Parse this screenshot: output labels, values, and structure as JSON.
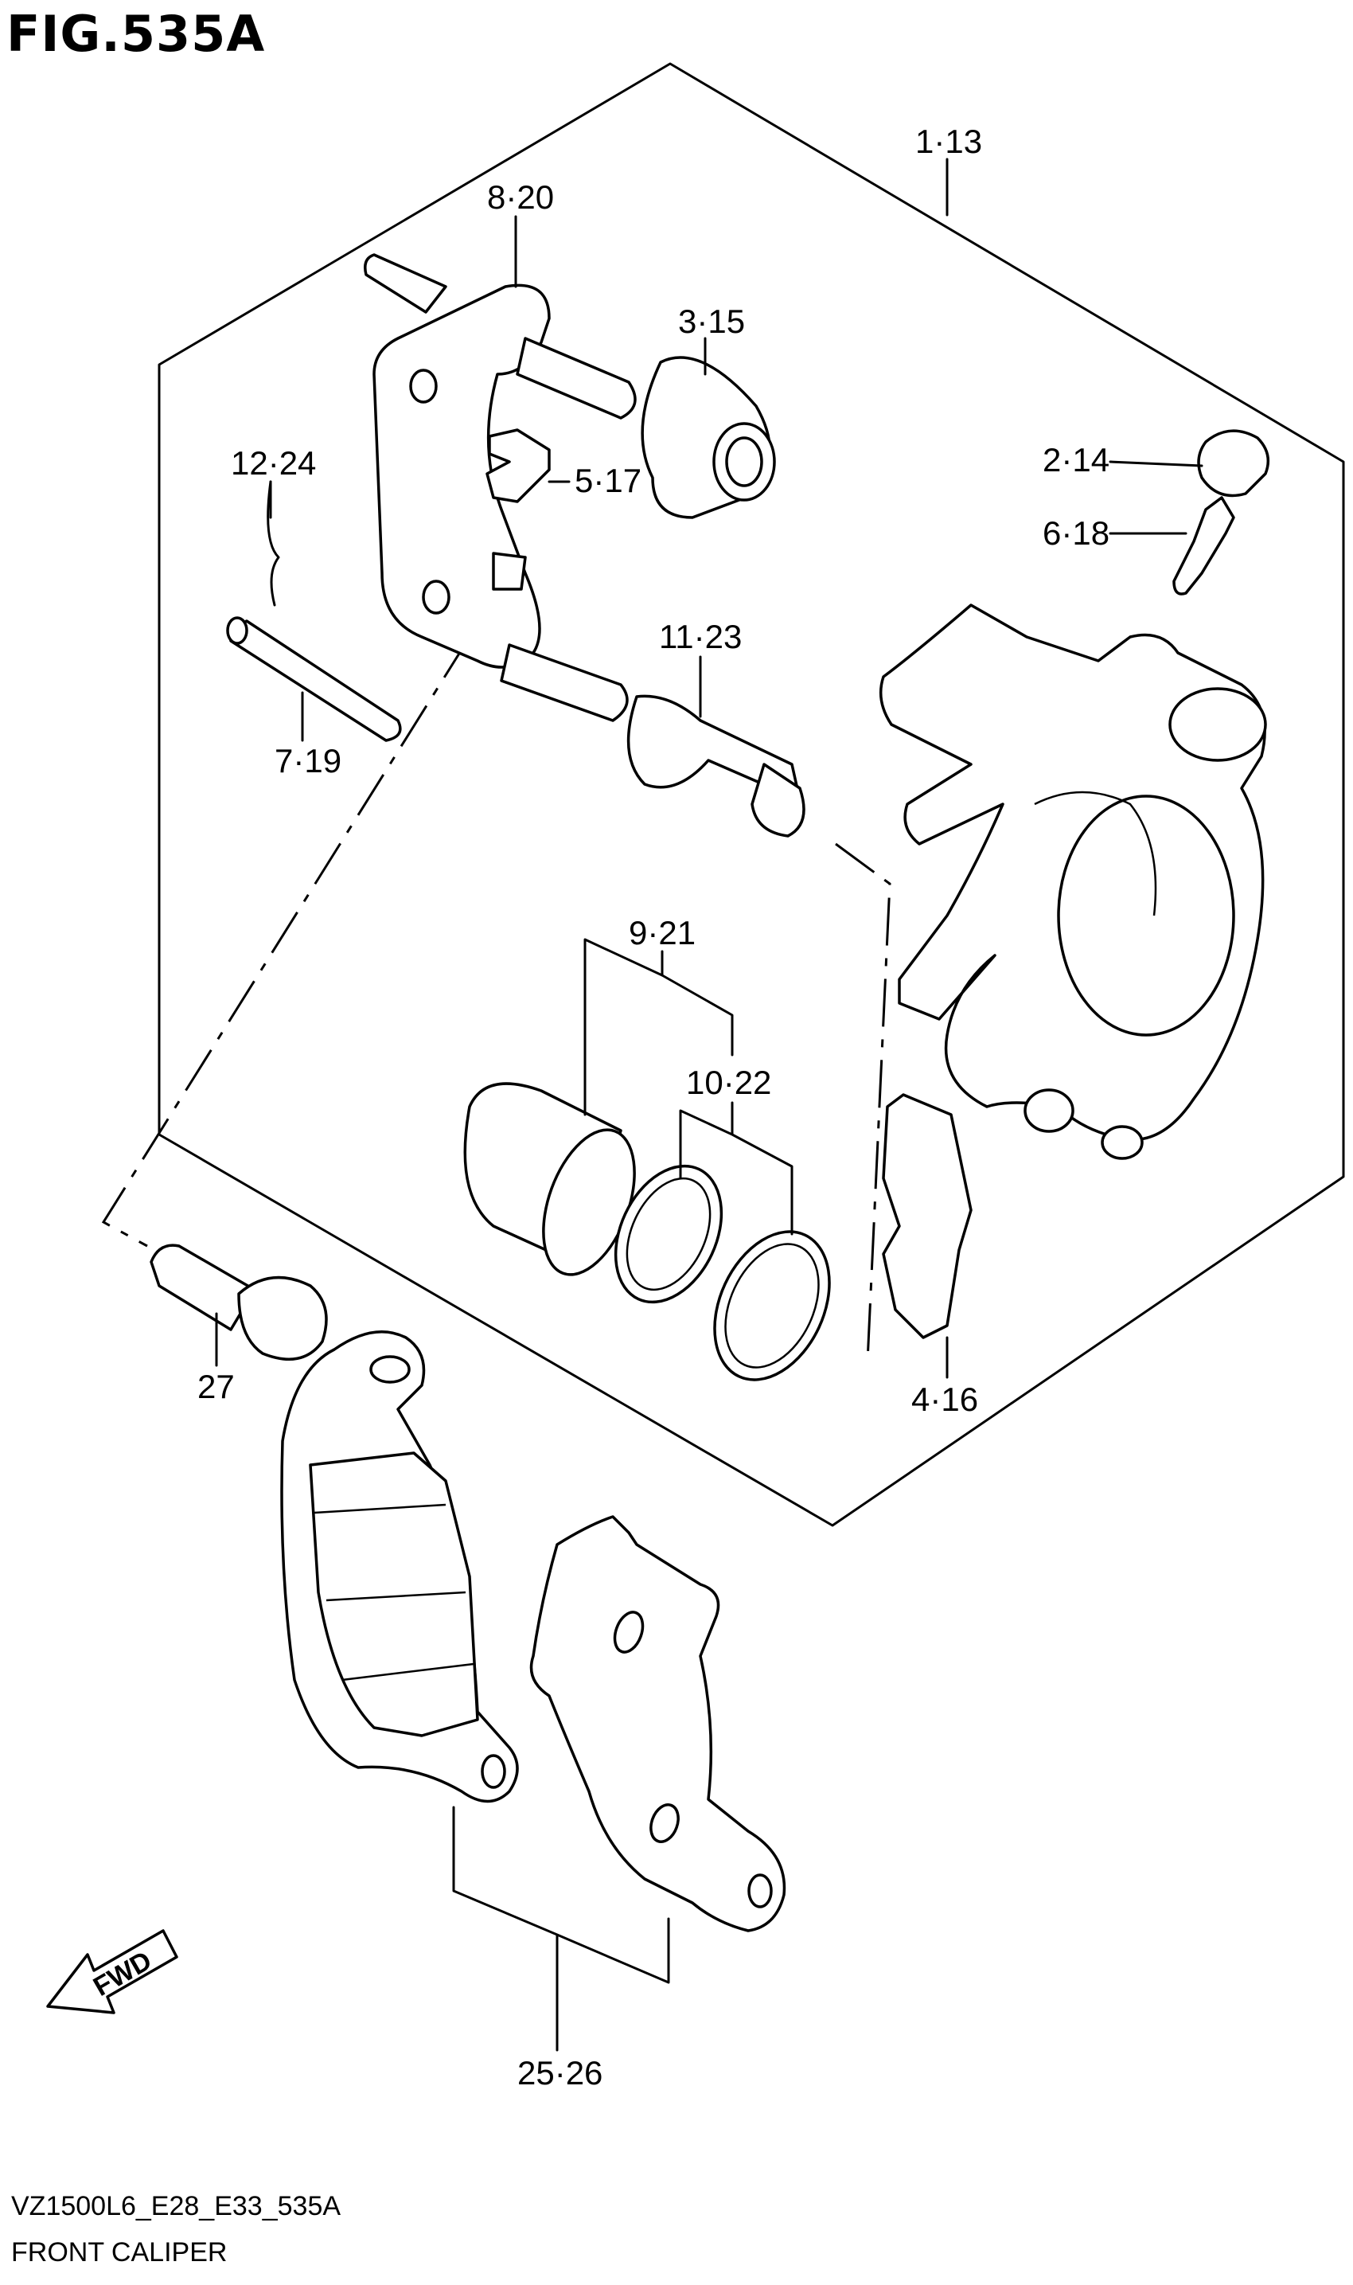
{
  "figure": {
    "title": "FIG.535A",
    "diagram_code": "VZ1500L6_E28_E33_535A",
    "diagram_name": "FRONT CALIPER"
  },
  "callouts": [
    {
      "id": "c1",
      "label": "1·13"
    },
    {
      "id": "c2",
      "label": "8·20"
    },
    {
      "id": "c3",
      "label": "3·15"
    },
    {
      "id": "c4",
      "label": "2·14"
    },
    {
      "id": "c5",
      "label": "6·18"
    },
    {
      "id": "c6",
      "label": "12·24"
    },
    {
      "id": "c7",
      "label": "5·17"
    },
    {
      "id": "c8",
      "label": "11·23"
    },
    {
      "id": "c9",
      "label": "7·19"
    },
    {
      "id": "c10",
      "label": "9·21"
    },
    {
      "id": "c11",
      "label": "10·22"
    },
    {
      "id": "c12",
      "label": "27"
    },
    {
      "id": "c13",
      "label": "4·16"
    },
    {
      "id": "c14",
      "label": "25·26"
    }
  ],
  "direction_marker": {
    "label": "FWD",
    "icon": "fwd-arrow-icon"
  }
}
